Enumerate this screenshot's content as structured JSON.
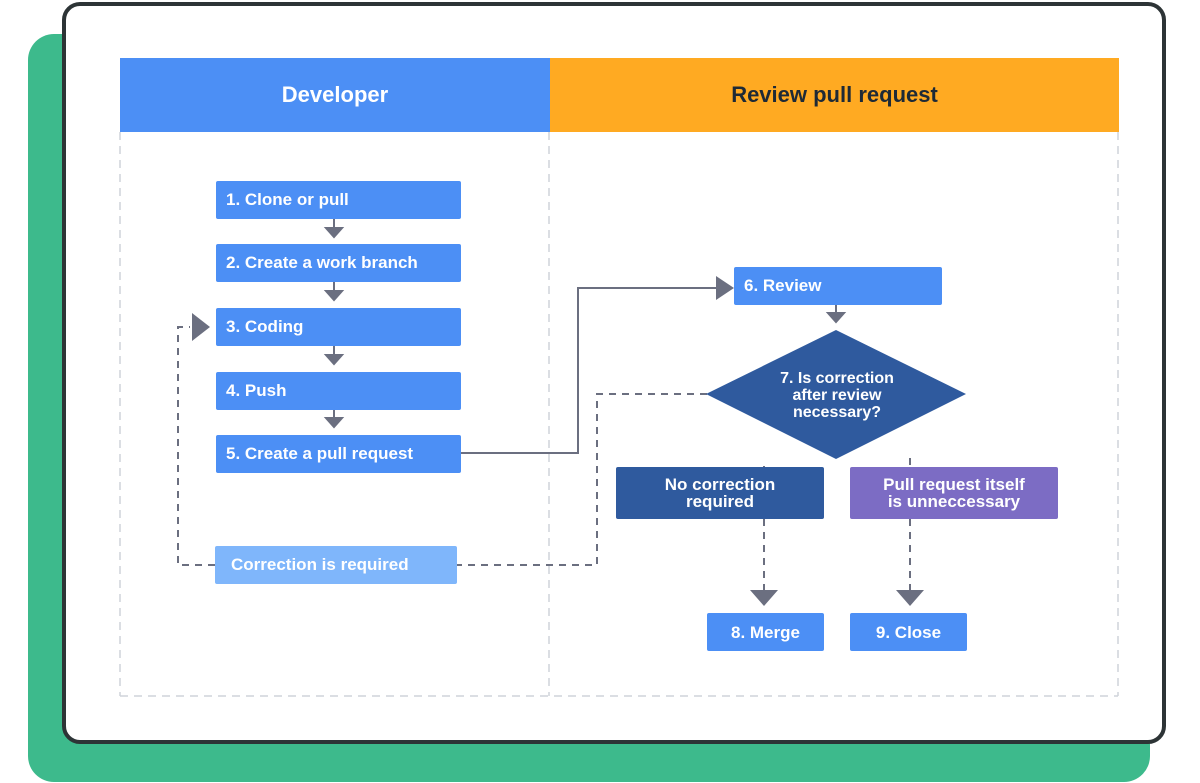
{
  "lanes": {
    "developer": "Developer",
    "review": "Review pull request"
  },
  "steps": {
    "s1": "1.  Clone or pull",
    "s2": "2.  Create a work branch",
    "s3": "3.  Coding",
    "s4": "4.  Push",
    "s5": "5.  Create a pull request",
    "s6": "6.  Review",
    "s7": "7.  Is correction\nafter review\nnecessary?",
    "s8": "8.  Merge",
    "s9": "9.  Close"
  },
  "outcomes": {
    "no_correction": "No correction\nrequired",
    "unnecessary": "Pull request itself\nis unneccessary",
    "correction_required": "Correction is required"
  },
  "colors": {
    "step_blue": "#4c8ff5",
    "review_orange": "#ffaa22",
    "decision_dark_blue": "#2f5a9e",
    "purple": "#7c6cc4",
    "correction_light_blue": "#7fb6fb",
    "frame_green": "#3dba8c"
  }
}
